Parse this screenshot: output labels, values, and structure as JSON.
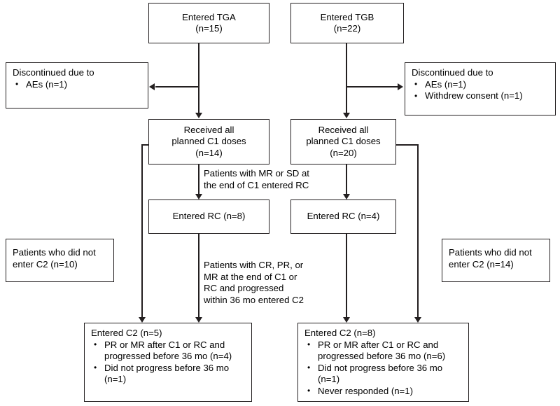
{
  "figure": {
    "type": "flowchart",
    "description": "CONSORT-style patient disposition flow diagram for treatment groups TGA and TGB"
  },
  "boxes": {
    "entered_tga": {
      "line1": "Entered TGA",
      "line2": "(n=15)"
    },
    "entered_tgb": {
      "line1": "Entered TGB",
      "line2": "(n=22)"
    },
    "disc_left": {
      "header": "Discontinued due to",
      "bullets": [
        "AEs (n=1)"
      ]
    },
    "disc_right": {
      "header": "Discontinued due to",
      "bullets": [
        "AEs (n=1)",
        "Withdrew consent (n=1)"
      ]
    },
    "received_left": {
      "line1": "Received all",
      "line2": "planned C1 doses",
      "line3": "(n=14)"
    },
    "received_right": {
      "line1": "Received all",
      "line2": "planned C1 doses",
      "line3": "(n=20)"
    },
    "rc_left": {
      "line1": "Entered RC (n=8)"
    },
    "rc_right": {
      "line1": "Entered RC (n=4)"
    },
    "no_c2_left": {
      "line1": "Patients who did not",
      "line2": "enter C2 (n=10)"
    },
    "no_c2_right": {
      "line1": "Patients who did not",
      "line2": "enter C2 (n=14)"
    },
    "c2_left": {
      "header": "Entered C2 (n=5)",
      "bullets": [
        "PR or MR after C1 or RC and progressed before 36 mo (n=4)",
        "Did not progress before 36 mo (n=1)"
      ]
    },
    "c2_right": {
      "header": "Entered C2 (n=8)",
      "bullets": [
        "PR or MR after C1 or RC and progressed before 36 mo (n=6)",
        "Did not progress before 36 mo (n=1)",
        "Never responded (n=1)"
      ]
    }
  },
  "notes": {
    "rc_criteria": {
      "line1": "Patients with MR or SD at",
      "line2": "the end of C1 entered RC"
    },
    "c2_criteria": {
      "line1": "Patients with CR, PR, or",
      "line2": "MR at the end of C1 or",
      "line3": "RC and progressed",
      "line4": "within 36 mo entered C2"
    }
  },
  "style": {
    "stroke": "#231f20",
    "background": "#ffffff"
  }
}
